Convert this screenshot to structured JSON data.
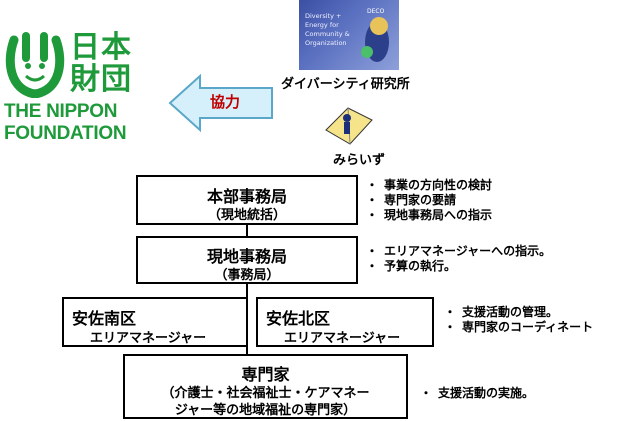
{
  "logo": {
    "mark_text_line1": "日本",
    "mark_text_line2": "財団",
    "name_line1": "THE NIPPON",
    "name_line2": "FOUNDATION"
  },
  "arrow": {
    "label": "協力",
    "fill": "#d6f0fb",
    "stroke": "#5aa7c9",
    "label_color": "#c00000"
  },
  "partners": {
    "diversity_logo_lines": [
      "Diversity +",
      "Energy for",
      "Community &",
      "Organization"
    ],
    "diversity_logo_badge": "DECO",
    "diversity_name": "ダイバーシティ研究所",
    "mirai_name": "みらいず"
  },
  "org": {
    "hq": {
      "title": "本部事務局",
      "sub": "（現地統括）"
    },
    "local": {
      "title": "現地事務局",
      "sub": "（事務局）"
    },
    "south": {
      "title": "安佐南区",
      "sub": "エリアマネージャー"
    },
    "north": {
      "title": "安佐北区",
      "sub": "エリアマネージャー"
    },
    "expert": {
      "title": "専門家",
      "sub1": "（介護士・社会福祉士・ケアマネー",
      "sub2": "ジャー等の地域福祉の専門家）"
    }
  },
  "bullets": {
    "marker": "・",
    "hq": [
      "事業の方向性の検討",
      "専門家の要請",
      "現地事務局への指示"
    ],
    "local": [
      "エリアマネージャーへの指示。",
      "予算の執行。"
    ],
    "area": [
      "支援活動の管理。",
      "専門家のコーディネート"
    ],
    "expert": [
      "支援活動の実施。"
    ]
  },
  "colors": {
    "logo_green": "#1f9a3a",
    "box_border": "#000000"
  }
}
